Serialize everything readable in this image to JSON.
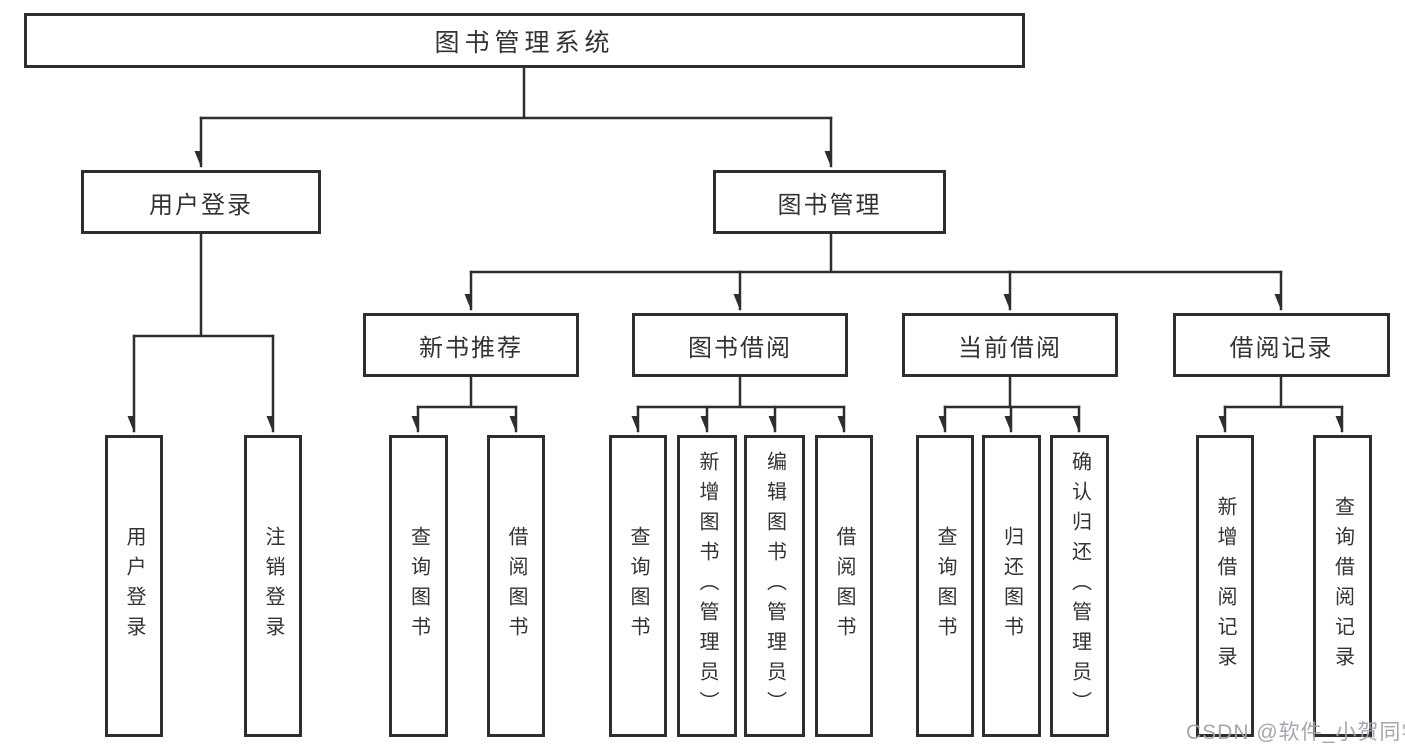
{
  "diagram": {
    "root": {
      "label": "图书管理系统"
    },
    "branches": [
      {
        "label": "用户登录",
        "children": [
          {
            "label": "用户登录"
          },
          {
            "label": "注销登录"
          }
        ]
      },
      {
        "label": "图书管理",
        "sections": [
          {
            "label": "新书推荐",
            "children": [
              {
                "label": "查询图书"
              },
              {
                "label": "借阅图书"
              }
            ]
          },
          {
            "label": "图书借阅",
            "children": [
              {
                "label": "查询图书"
              },
              {
                "label": "新增图书（管理员）"
              },
              {
                "label": "编辑图书（管理员）"
              },
              {
                "label": "借阅图书"
              }
            ]
          },
          {
            "label": "当前借阅",
            "children": [
              {
                "label": "查询图书"
              },
              {
                "label": "归还图书"
              },
              {
                "label": "确认归还（管理员）"
              }
            ]
          },
          {
            "label": "借阅记录",
            "children": [
              {
                "label": "新增借阅记录"
              },
              {
                "label": "查询借阅记录"
              }
            ]
          }
        ]
      }
    ]
  },
  "watermark": {
    "text": "CSDN @软件_小贺同学"
  },
  "colors": {
    "line": "#2e2e2e",
    "text": "#333333",
    "background": "#ffffff",
    "watermark": "#a2a2ab"
  }
}
